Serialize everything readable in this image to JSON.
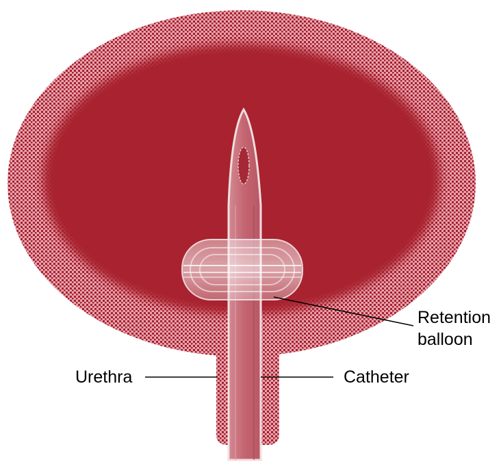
{
  "labels": {
    "retention_line1": "Retention",
    "retention_line2": "balloon",
    "urethra": "Urethra",
    "catheter": "Catheter"
  },
  "colors": {
    "wall_base": "#e8a6ad",
    "wall_dots": "#a61e30",
    "lumen": "#a8232f",
    "catheter_fill": "#c76a75",
    "catheter_outline": "#f2dede",
    "balloon": "#f0e0e2",
    "leader_line": "#000000"
  }
}
